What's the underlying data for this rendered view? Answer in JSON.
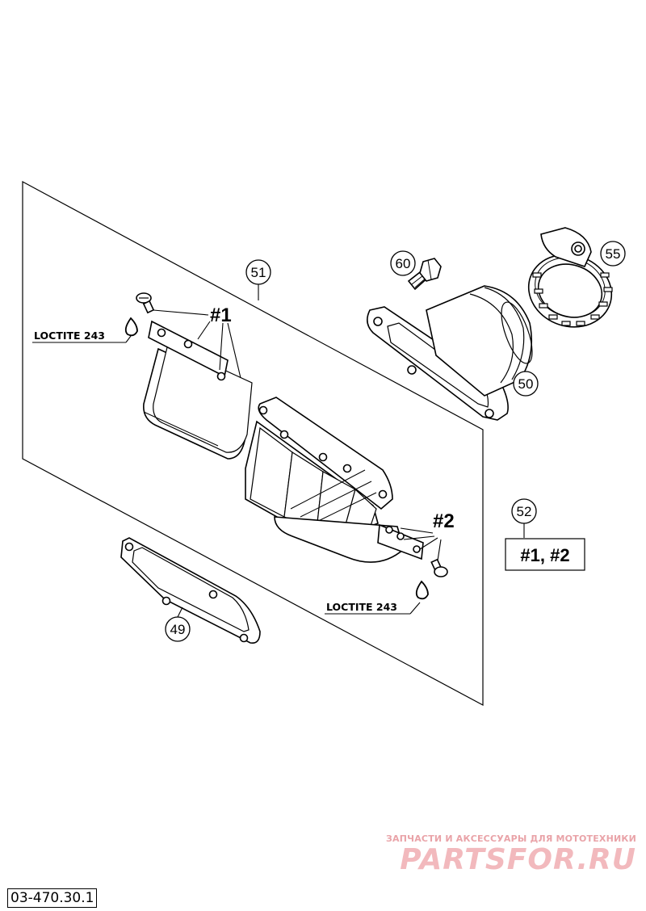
{
  "callouts": {
    "p51": "51",
    "p60": "60",
    "p55": "55",
    "p50": "50",
    "p52": "52",
    "p49": "49"
  },
  "labels": {
    "group1": "#1",
    "group2": "#2",
    "loctite_top": "LOCTITE 243",
    "loctite_bottom": "LOCTITE 243",
    "kit_contents": "#1, #2"
  },
  "watermark": {
    "subtitle": "ЗАПЧАСТИ И АКСЕССУАРЫ ДЛЯ МОТОТЕХНИКИ",
    "brand": "PARTSFOR.RU"
  },
  "drawing_number": "03-470.30.1",
  "colors": {
    "line": "#000000",
    "watermark": "#f2b9bd"
  }
}
